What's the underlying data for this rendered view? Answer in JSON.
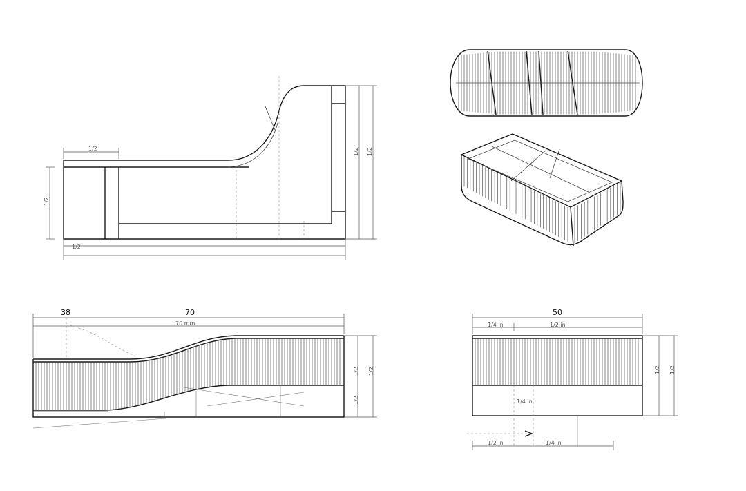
{
  "dimensions": {
    "side_top": "38",
    "side_total": "70",
    "front_total": "50",
    "side_mid": "70 mm",
    "front_left": "1/4 in",
    "front_right": "1/2 in",
    "front_inner": "1/4 in",
    "front_bottom_left": "1/2 in",
    "front_bottom_right": "1/4 in",
    "plan_top": "1/2",
    "plan_left": "1/2",
    "plan_right_a": "1/2",
    "plan_right_b": "1/2",
    "side_right_a": "1/2",
    "side_right_b": "1/2",
    "side_left_low": "1/2",
    "front_side_a": "1/2",
    "front_side_b": "1/2",
    "plan_bottom": "1/2"
  }
}
